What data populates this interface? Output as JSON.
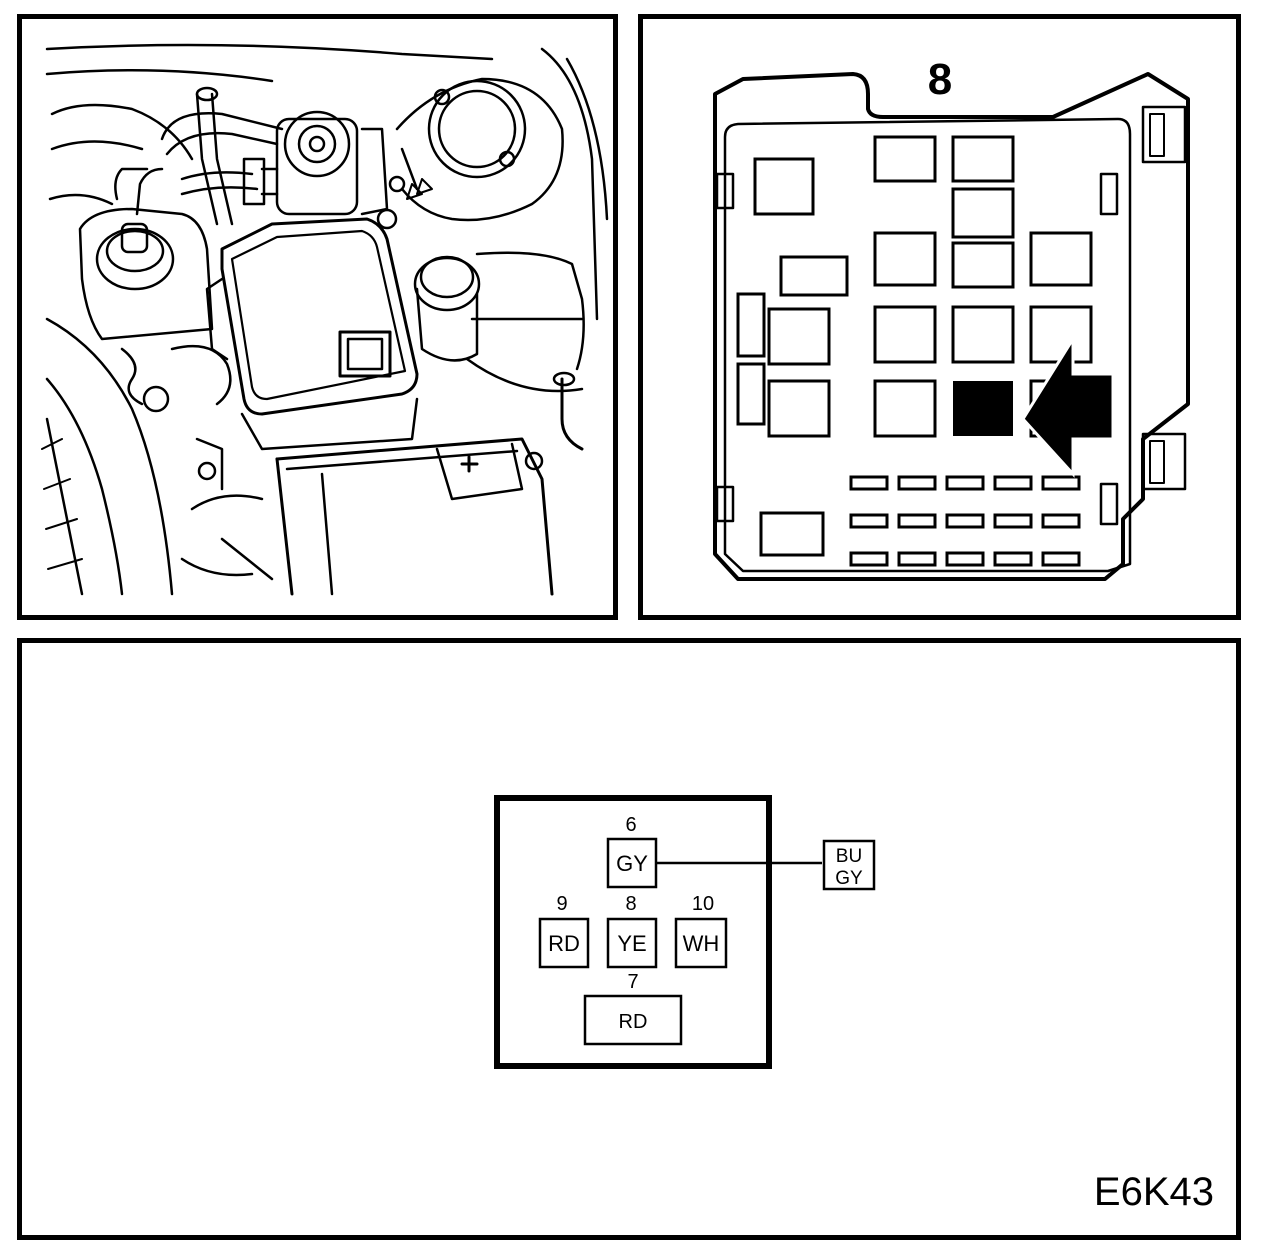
{
  "fusebox": {
    "number_label": "8"
  },
  "connector": {
    "pins": [
      {
        "number": "6",
        "color": "GY"
      },
      {
        "number": "9",
        "color": "RD"
      },
      {
        "number": "8",
        "color": "YE"
      },
      {
        "number": "10",
        "color": "WH"
      },
      {
        "number": "7",
        "color": "RD"
      }
    ],
    "external_wire": {
      "line1": "BU",
      "line2": "GY"
    }
  },
  "figure_id": "E6K43",
  "colors": {
    "ink": "#000000",
    "paper": "#ffffff"
  }
}
